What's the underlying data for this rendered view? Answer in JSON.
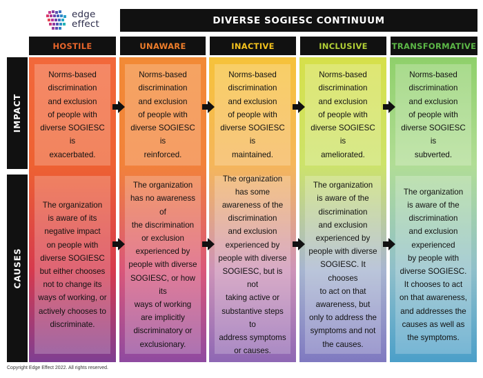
{
  "logo": {
    "line1": "edge",
    "line2": "effect"
  },
  "title": "DIVERSE SOGIESC CONTINUUM",
  "colors": {
    "hostile": "#e8652a",
    "unaware": "#f07e2b",
    "inactive": "#f3c11d",
    "inclusive": "#b2cf36",
    "transformative": "#5cb847"
  },
  "columns": [
    {
      "label": "HOSTILE",
      "impact": [
        "Norms-based",
        "discrimination",
        "and exclusion",
        "of people with",
        "diverse SOGIESC is",
        "exacerbated."
      ],
      "causes": [
        "The organization",
        "is aware of its",
        "negative impact",
        "on people with",
        "diverse SOGIESC",
        "but either chooses",
        "not to change its",
        "ways of working, or",
        "actively chooses to",
        "discriminate."
      ]
    },
    {
      "label": "UNAWARE",
      "impact": [
        "Norms-based",
        "discrimination",
        "and exclusion",
        "of people with",
        "diverse SOGIESC is",
        "reinforced."
      ],
      "causes": [
        "The organization",
        "has no awareness of",
        "the discrimination",
        "or exclusion",
        "experienced by",
        "people with diverse",
        "SOGIESC, or how its",
        "ways of working",
        "are implicitly",
        "discriminatory or",
        "exclusionary."
      ]
    },
    {
      "label": "INACTIVE",
      "impact": [
        "Norms-based",
        "discrimination",
        "and exclusion",
        "of people with",
        "diverse SOGIESC is",
        "maintained."
      ],
      "causes": [
        "The organization",
        "has some",
        "awareness of the",
        "discrimination",
        "and exclusion",
        "experienced by",
        "people with diverse",
        "SOGIESC, but is not",
        "taking active or",
        "substantive steps to",
        "address symptoms",
        "or causes."
      ]
    },
    {
      "label": "INCLUSIVE",
      "impact": [
        "Norms-based",
        "discrimination",
        "and exclusion",
        "of people with",
        "diverse SOGIESC is",
        "ameliorated."
      ],
      "causes": [
        "The organization",
        "is aware of the",
        "discrimination",
        "and exclusion",
        "experienced by",
        "people with diverse",
        "SOGIESC. It chooses",
        "to act on that",
        "awareness, but",
        "only to address the",
        "symptoms and not",
        "the causes."
      ]
    },
    {
      "label": "TRANSFORMATIVE",
      "impact": [
        "Norms-based",
        "discrimination",
        "and exclusion",
        "of people with",
        "diverse SOGIESC is",
        "subverted."
      ],
      "causes": [
        "The organization",
        "is aware of the",
        "discrimination",
        "and exclusion",
        "experienced",
        "by people with",
        "diverse SOGIESC.",
        "It chooses to act",
        "on that awareness,",
        "and addresses the",
        "causes as well as",
        "the symptoms."
      ]
    }
  ],
  "rows": {
    "impact": "IMPACT",
    "causes": "CAUSES"
  },
  "copyright": "Copyright Edge Effect 2022. All rights reserved."
}
